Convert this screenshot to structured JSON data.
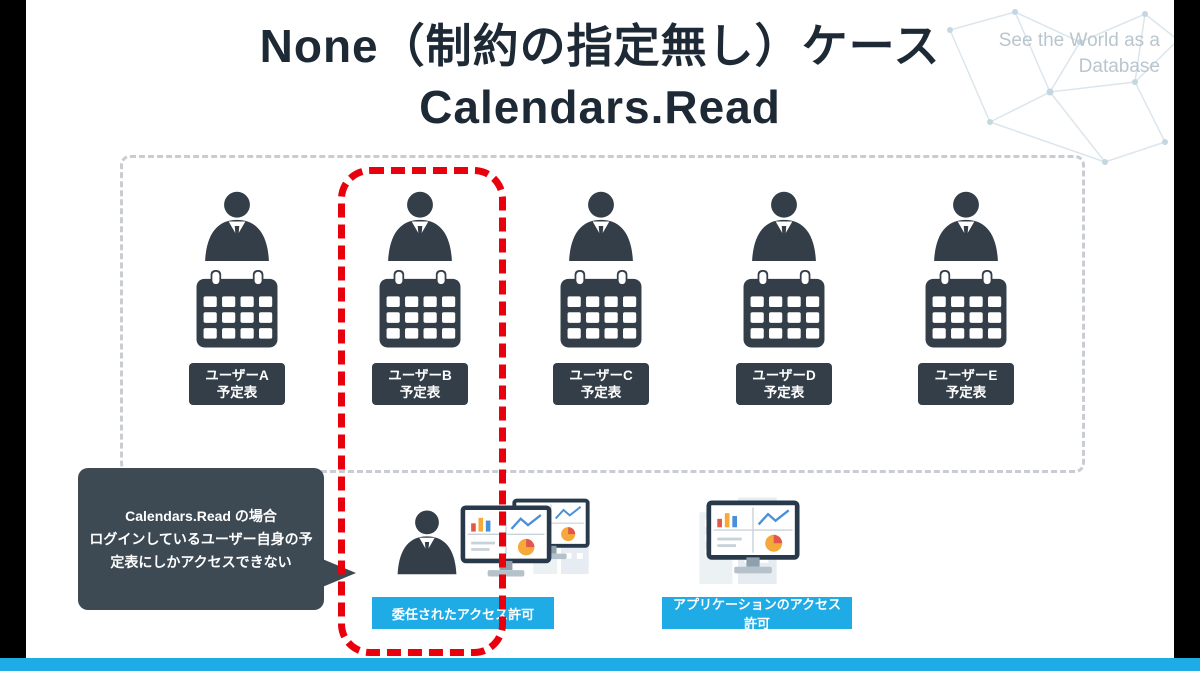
{
  "slide": {
    "title_line1": "None（制約の指定無し）ケース",
    "title_line2": "Calendars.Read",
    "watermark_line1": "See the World as a",
    "watermark_line2": "Database"
  },
  "users": [
    {
      "name": "ユーザーA",
      "label": "予定表"
    },
    {
      "name": "ユーザーB",
      "label": "予定表"
    },
    {
      "name": "ユーザーC",
      "label": "予定表"
    },
    {
      "name": "ユーザーD",
      "label": "予定表"
    },
    {
      "name": "ユーザーE",
      "label": "予定表"
    }
  ],
  "callout": {
    "line1": "Calendars.Read の場合",
    "line2": "ログインしているユーザー自身の予",
    "line3": "定表にしかアクセスできない"
  },
  "access_types": {
    "delegated": "委任されたアクセス許可",
    "application": "アプリケーションのアクセス許可"
  },
  "colors": {
    "accent_blue": "#1fabe5",
    "dark_icon": "#333e48",
    "callout_bg": "#3d4a54",
    "highlight_red": "#e8000d",
    "frame_dash": "#c9cdd1",
    "title_text": "#1d2935",
    "watermark_text": "#b9c6ce"
  }
}
